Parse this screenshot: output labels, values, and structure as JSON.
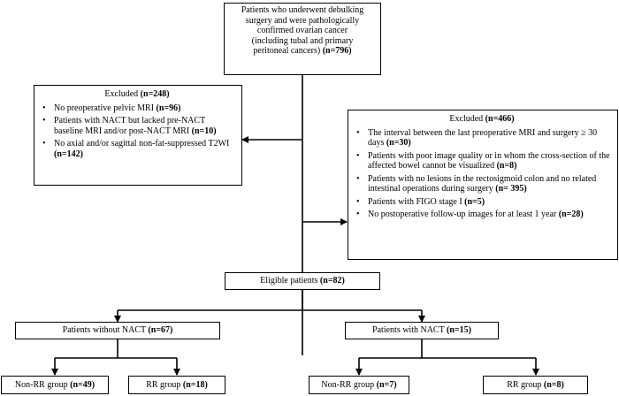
{
  "top": {
    "lines": [
      "Patients who underwent debulking",
      "surgery and were pathologically",
      "confirmed ovarian cancer",
      "(including tubal and primary"
    ],
    "last_line": "peritoneal cancers) ",
    "n": "(n=796)"
  },
  "excluded_left": {
    "title": "Excluded ",
    "title_n": "(n=248)",
    "items": [
      {
        "text": "No preoperative pelvic MRI ",
        "n": "(n=96)"
      },
      {
        "text": "Patients with NACT but lacked pre-NACT baseline MRI and/or post-NACT MRI ",
        "n": "(n=10)"
      },
      {
        "text": "No axial and/or sagittal non-fat-suppressed T2WI ",
        "n": "(n=142)"
      }
    ]
  },
  "excluded_right": {
    "title": "Excluded ",
    "title_n": "(n=466)",
    "items": [
      {
        "text": "The interval between the last preoperative MRI and surgery ≥ 30 days ",
        "n": "(n=30)"
      },
      {
        "text": "Patients with poor image quality or in whom the cross-section of the affected bowel cannot be visualized ",
        "n": "(n=8)"
      },
      {
        "text": "Patients with no lesions in the rectosigmoid colon and no related intestinal operations during surgery ",
        "n": "(n= 395)"
      },
      {
        "text": "Patients with FIGO stage I ",
        "n": "(n=5)"
      },
      {
        "text": "No postoperative follow-up images for at least 1 year ",
        "n": "(n=28)"
      }
    ]
  },
  "eligible": {
    "text": "Eligible patients ",
    "n": "(n=82)"
  },
  "without_nact": {
    "text": "Patients without NACT ",
    "n": "(n=67)"
  },
  "with_nact": {
    "text": "Patients with NACT ",
    "n": "(n=15)"
  },
  "leaves": [
    {
      "text": "Non-RR group ",
      "n": "(n=49)"
    },
    {
      "text": "RR group ",
      "n": "(n=18)"
    },
    {
      "text": "Non-RR group ",
      "n": "(n=7)"
    },
    {
      "text": "RR group ",
      "n": "(n=8)"
    }
  ]
}
